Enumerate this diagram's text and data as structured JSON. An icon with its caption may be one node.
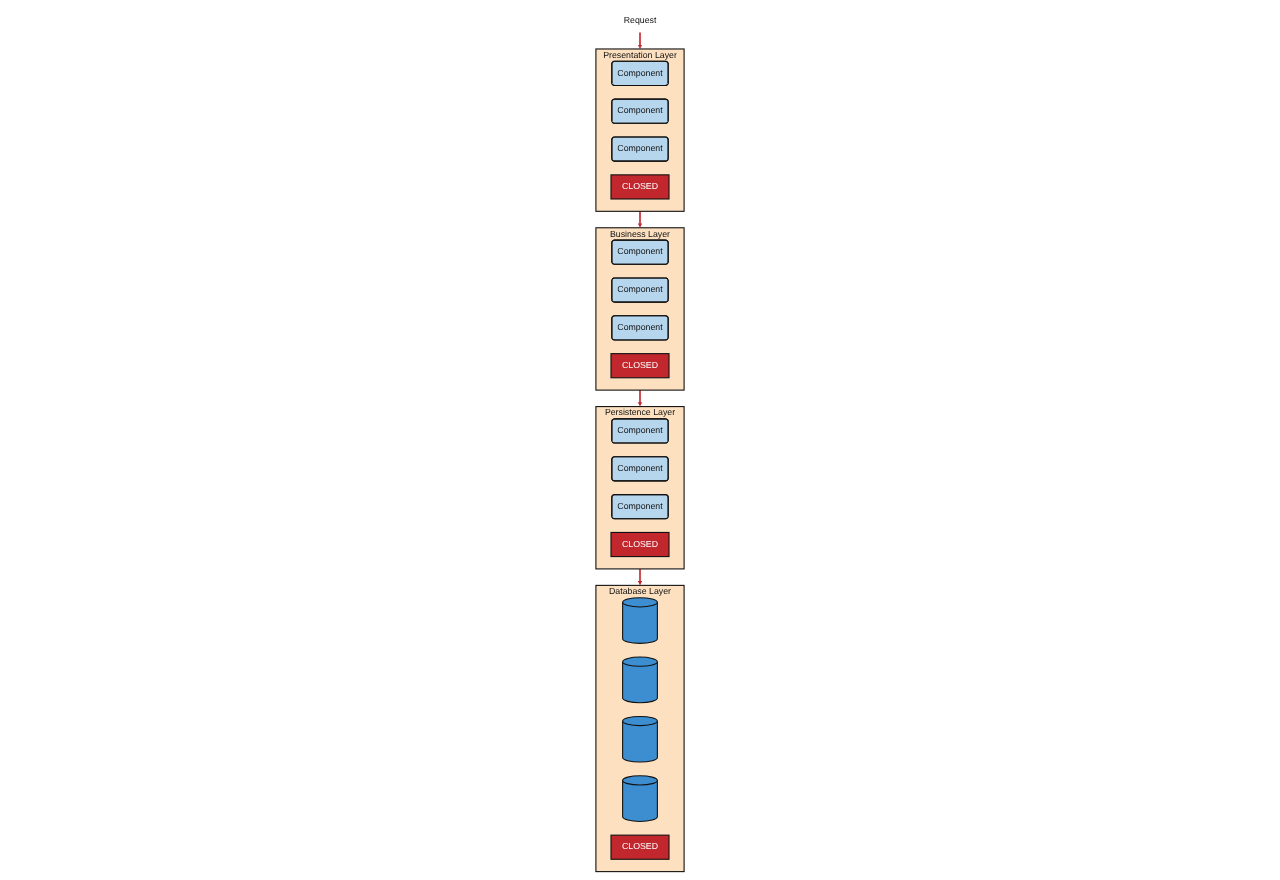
{
  "diagram": {
    "nodes": [
      {
        "text": [
          "Request"
        ]
      },
      {
        "text": [
          "Presentation Layer"
        ]
      },
      {
        "text": [
          "Component"
        ],
        "in": 1
      },
      {
        "text": [
          "Component"
        ],
        "in": 1
      },
      {
        "text": [
          "Component"
        ],
        "in": 1
      },
      {
        "text": [
          "CLOSED"
        ],
        "in": 1
      },
      {
        "text": [
          "Business Layer"
        ]
      },
      {
        "text": [
          "Component"
        ],
        "in": 6
      },
      {
        "text": [
          "Component"
        ],
        "in": 6
      },
      {
        "text": [
          "Component"
        ],
        "in": 6
      },
      {
        "text": [
          "CLOSED"
        ],
        "in": 6
      },
      {
        "text": [
          "Persistence Layer"
        ]
      },
      {
        "text": [
          "Component"
        ],
        "in": 11
      },
      {
        "text": [
          "Component"
        ],
        "in": 11
      },
      {
        "text": [
          "Component"
        ],
        "in": 11
      },
      {
        "text": [
          "CLOSED"
        ],
        "in": 11
      },
      {
        "text": [
          "Database Layer"
        ]
      },
      {
        "text": [],
        "shape": "cylinder",
        "in": 16
      },
      {
        "text": [],
        "shape": "cylinder",
        "in": 16
      },
      {
        "text": [],
        "shape": "cylinder",
        "in": 16
      },
      {
        "text": [],
        "shape": "cylinder",
        "in": 16
      },
      {
        "text": [
          "CLOSED"
        ],
        "in": 16
      }
    ],
    "edges": [
      {
        "from": 0,
        "to": 1,
        "arrow": "to",
        "color": "#c1272d"
      },
      {
        "from": 1,
        "to": 6,
        "arrow": "to",
        "color": "#c1272d"
      },
      {
        "from": 6,
        "to": 11,
        "arrow": "to",
        "color": "#c1272d"
      },
      {
        "from": 11,
        "to": 16,
        "arrow": "to",
        "color": "#c1272d"
      }
    ]
  }
}
